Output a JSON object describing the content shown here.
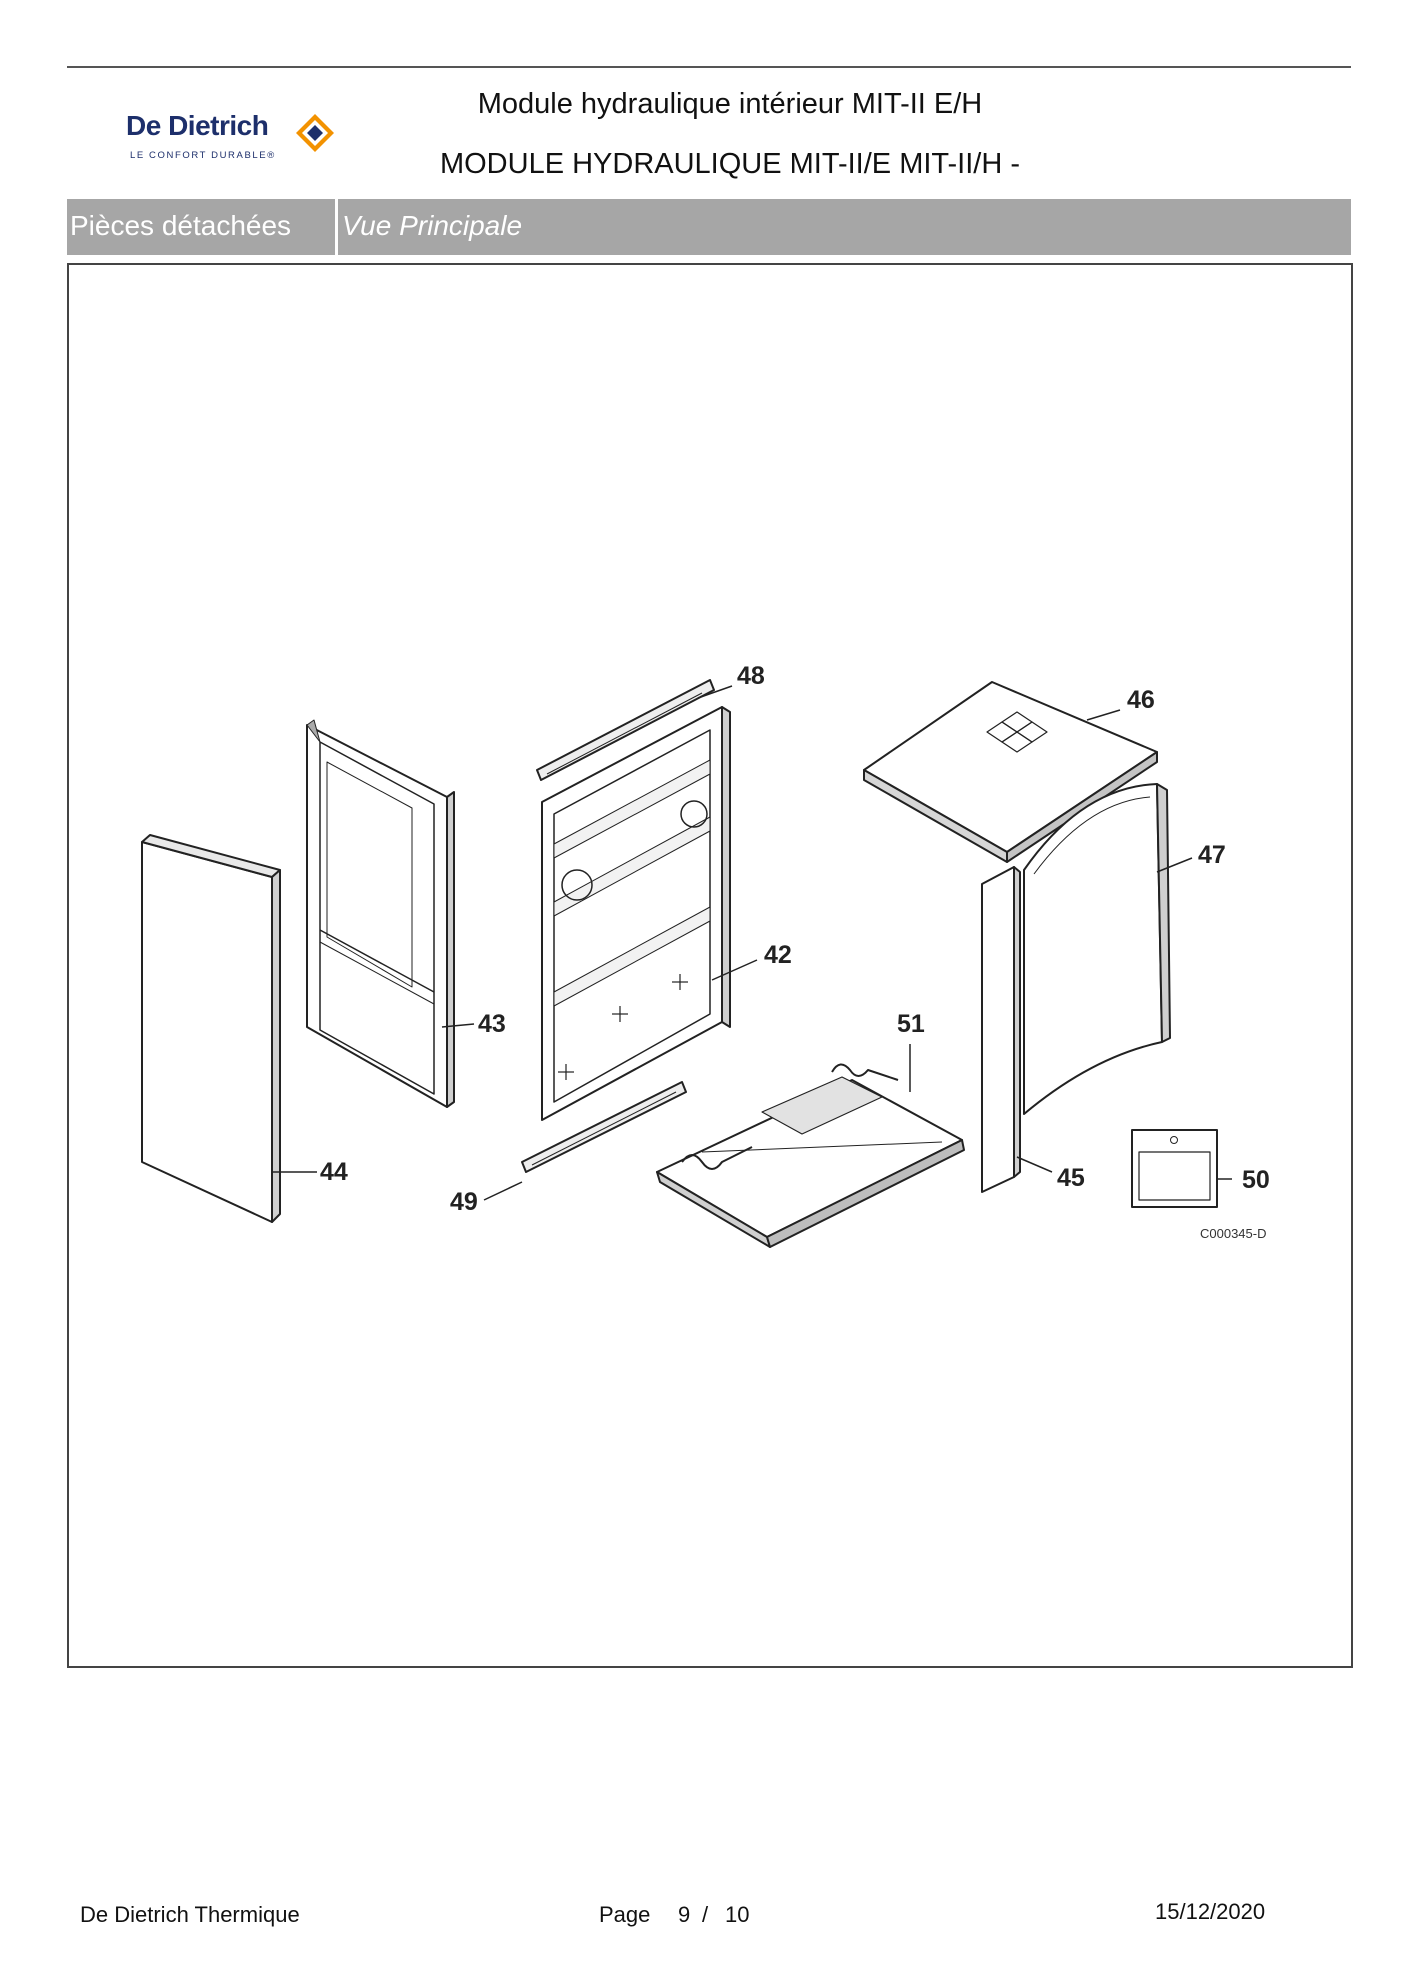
{
  "header": {
    "brand_name": "De Dietrich",
    "brand_tagline": "LE CONFORT DURABLE®",
    "title_line1": "Module hydraulique intérieur MIT-II E/H",
    "title_line2": "MODULE HYDRAULIQUE MIT-II/E  MIT-II/H -"
  },
  "tabs": {
    "section": "Pièces détachées",
    "view": "Vue Principale"
  },
  "diagram": {
    "callouts": [
      "42",
      "43",
      "44",
      "45",
      "46",
      "47",
      "48",
      "49",
      "50",
      "51"
    ],
    "reference_code": "C000345-D"
  },
  "footer": {
    "company": "De Dietrich Thermique",
    "page_label": "Page",
    "page_current": "9",
    "page_separator": "/",
    "page_total": "10",
    "date": "15/12/2020"
  },
  "colors": {
    "tab_bar": "#a6a6a6",
    "brand_blue": "#1d2f6b",
    "brand_orange": "#f39200"
  }
}
